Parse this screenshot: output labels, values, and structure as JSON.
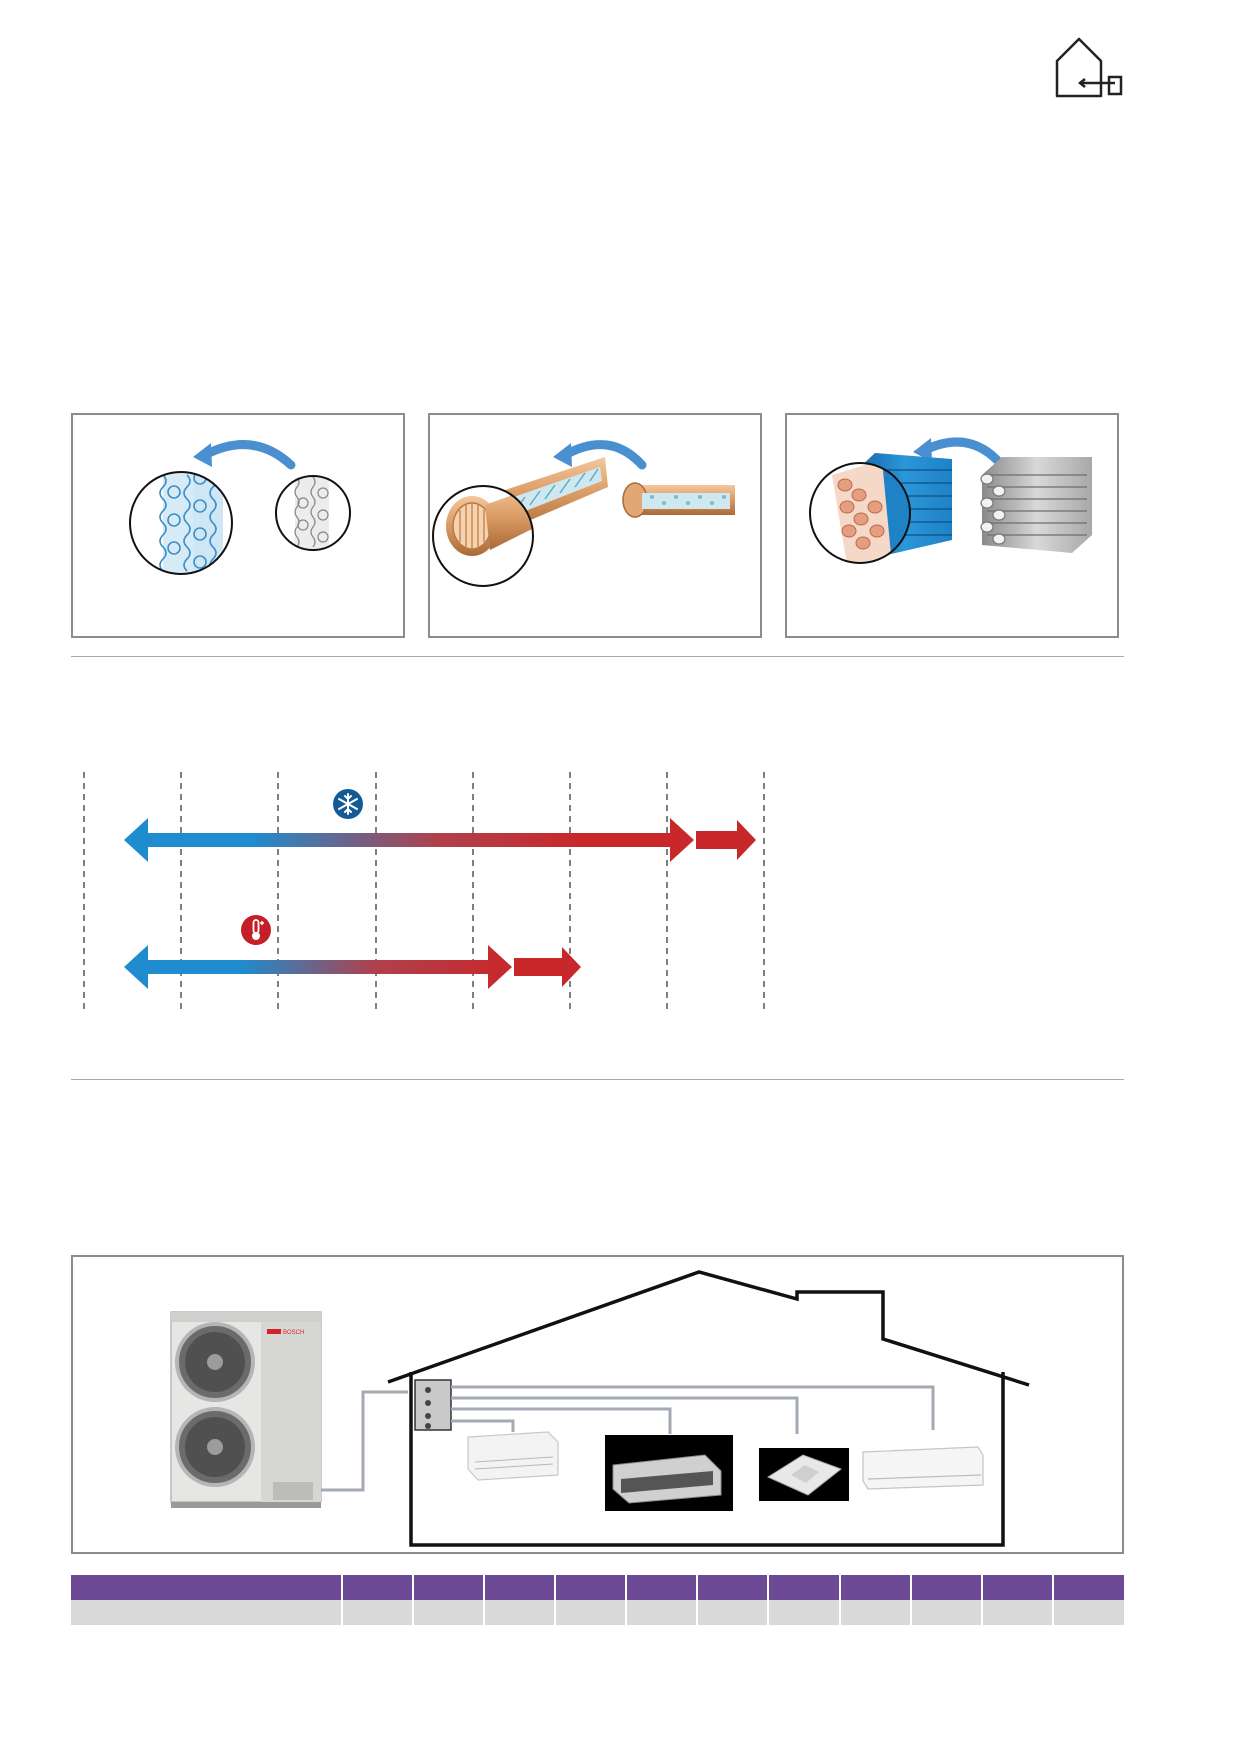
{
  "page": {
    "background": "#ffffff",
    "nav_icon": "home-return-icon"
  },
  "colors": {
    "purple": "#6d4a96",
    "table_row": "#d9d9d9",
    "border": "#8c8c8c",
    "cool_blue": "#1e8ccf",
    "heat_red": "#c8282a",
    "arrow_blue": "#4a90d0",
    "copper": "#d99a63",
    "fin_blue": "#1f82c6",
    "badge_blue": "#145a96",
    "badge_red": "#c41f26"
  },
  "comparison_panels": [
    {
      "name": "plate-exchanger",
      "icon": "plate-heat-exchanger-icon"
    },
    {
      "name": "inner-grooved-tube",
      "icon": "copper-tube-icon"
    },
    {
      "name": "hydrophilic-fin",
      "icon": "fin-coil-icon"
    }
  ],
  "operating_range": {
    "gridline_count": 8,
    "cooling": {
      "icon": "snowflake-icon"
    },
    "heating": {
      "icon": "thermometer-icon"
    }
  },
  "system_diagram": {
    "outdoor_unit": {
      "brand": "BOSCH"
    },
    "indoor_units": [
      {
        "icon": "ceiling-floor-unit-icon"
      },
      {
        "icon": "duct-unit-icon"
      },
      {
        "icon": "cassette-unit-icon"
      },
      {
        "icon": "wall-mounted-unit-icon"
      }
    ]
  },
  "spec_table": {
    "columns": 12,
    "header_cells": [
      "",
      "",
      "",
      "",
      "",
      "",
      "",
      "",
      "",
      "",
      "",
      ""
    ],
    "row_cells": [
      "",
      "",
      "",
      "",
      "",
      "",
      "",
      "",
      "",
      "",
      "",
      ""
    ]
  }
}
